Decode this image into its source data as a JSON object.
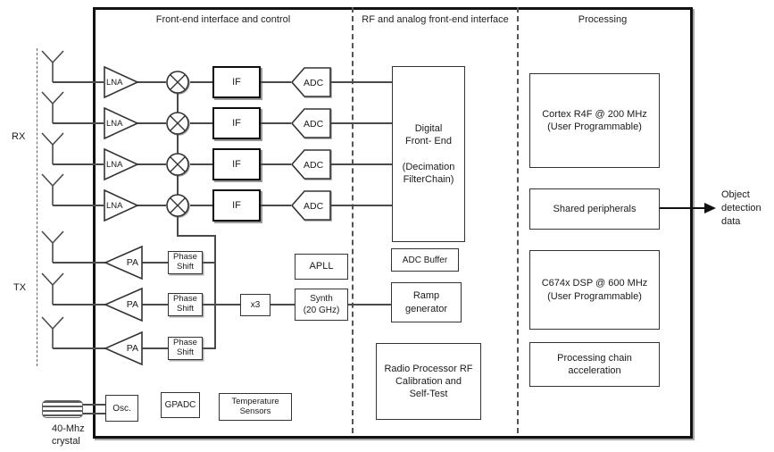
{
  "header": {
    "front_end": "Front-end interface and control",
    "rf_analog": "RF and analog front-end interface",
    "processing": "Processing"
  },
  "side": {
    "rx": "RX",
    "tx": "TX"
  },
  "rx_chain": {
    "lna": "LNA",
    "if": "IF",
    "adc": "ADC"
  },
  "tx_chain": {
    "pa": "PA",
    "phase_shift": "Phase\nShift",
    "multiplier": "x3",
    "apll": "APLL",
    "synth": "Synth\n(20 GHz)"
  },
  "rf_section": {
    "dfe": "Digital\nFront- End\n\n(Decimation\nFilterChain)",
    "adc_buffer": "ADC Buffer",
    "ramp_generator": "Ramp\ngenerator",
    "radio_processor": "Radio Processor RF\nCalibration and\nSelf-Test"
  },
  "processing_section": {
    "cortex": "Cortex R4F @ 200 MHz\n(User Programmable)",
    "shared_peripherals": "Shared peripherals",
    "dsp": "C674x DSP @ 600 MHz\n(User Programmable)",
    "acceleration": "Processing chain\nacceleration"
  },
  "bottom_section": {
    "osc": "Osc.",
    "gpadc": "GPADC",
    "temp_sensors": "Temperature\nSensors"
  },
  "annotations": {
    "crystal": "40-Mhz\ncrystal",
    "object_detection": "Object\ndetection\ndata"
  },
  "colors": {
    "frame": "#111111",
    "border": "#333333",
    "line": "#4a4a4a"
  }
}
